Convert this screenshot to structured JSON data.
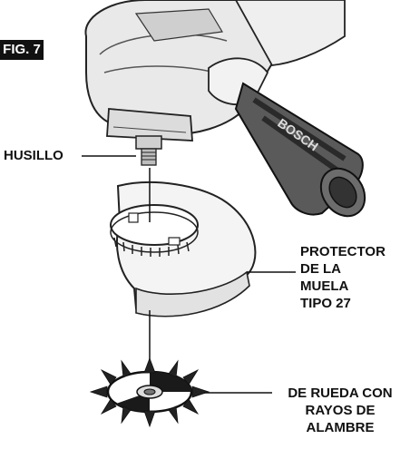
{
  "figure": {
    "badge": "FIG. 7"
  },
  "labels": {
    "spindle": "HUSILLO",
    "guard": [
      "PROTECTOR",
      "DE LA",
      "MUELA",
      "TIPO 27"
    ],
    "wheel": [
      "DE RUEDA CON",
      "RAYOS DE",
      "ALAMBRE"
    ]
  },
  "tool": {
    "brand_on_handle": "BOSCH"
  }
}
